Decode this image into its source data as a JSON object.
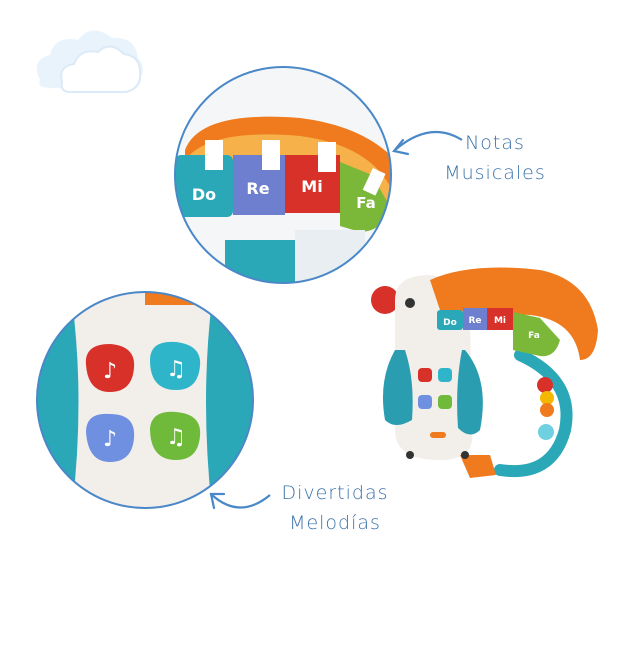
{
  "callouts": {
    "top": {
      "line1": "Notas",
      "line2": "Musicales"
    },
    "bottom": {
      "line1": "Divertidas",
      "line2": "Melodías"
    }
  },
  "keys": {
    "do": "Do",
    "re": "Re",
    "mi": "Mi",
    "fa": "Fa"
  },
  "colors": {
    "label_blue": "#3b72a8",
    "circle_border": "#4a88c7",
    "cloud": "#e6f1fb",
    "body_orange": "#f07a1e",
    "key_teal": "#2aa8b8",
    "key_blue": "#6f7fcf",
    "key_red": "#d8312a",
    "key_green": "#7bb83a"
  },
  "icons": [
    "cloud-icon",
    "arrow-icon",
    "music-note-icon"
  ]
}
